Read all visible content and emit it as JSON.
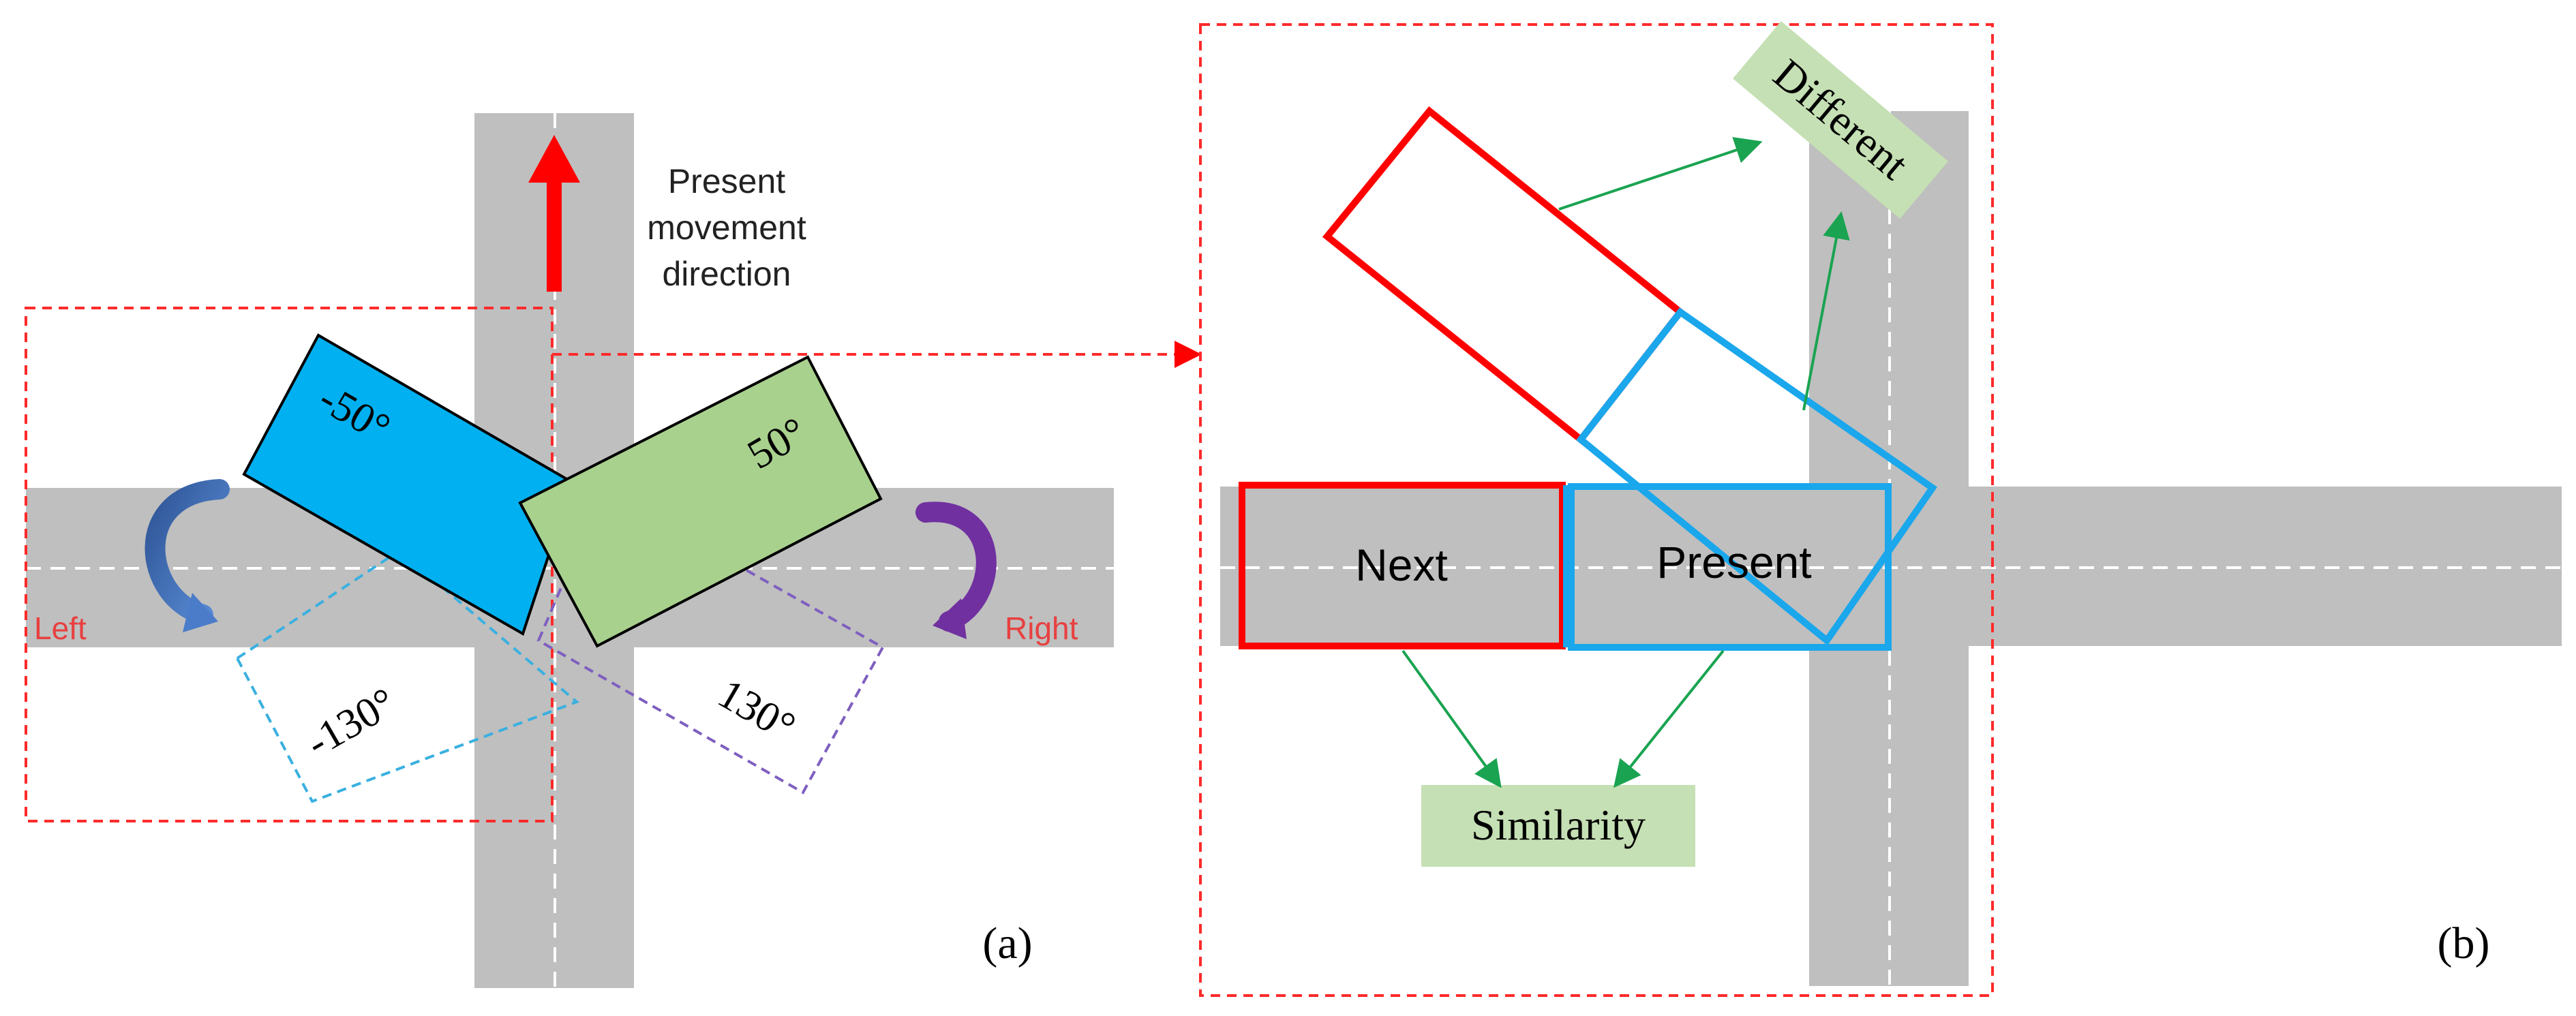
{
  "panel_a": {
    "present_line1": "Present",
    "present_line2": "movement",
    "present_line3": "direction",
    "angle_neg50": "-50°",
    "angle_pos50": "50°",
    "angle_neg130": "-130°",
    "angle_pos130": "130°",
    "left_label": "Left",
    "right_label": "Right",
    "caption": "(a)"
  },
  "panel_b": {
    "different_label": "Different",
    "next_label": "Next",
    "present_label": "Present",
    "similarity_label": "Similarity",
    "caption": "(b)"
  },
  "colors": {
    "road": "#bfbfbf",
    "blue_fill": "#00b0f0",
    "green_fill": "#a9d18e",
    "red": "#ff0000",
    "blue_outline": "#1aa7ec",
    "light_blue_dash": "#3ab0e0",
    "purple_dash": "#7f5fc0",
    "arrow_green": "#1aa351",
    "label_box": "#c5e0b4"
  }
}
